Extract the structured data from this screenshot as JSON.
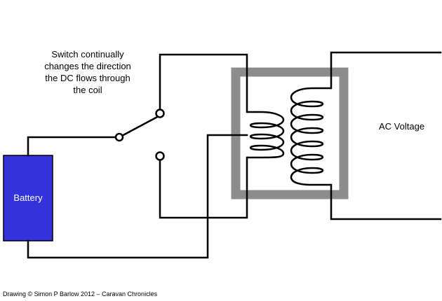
{
  "annotation": {
    "lines": [
      "Switch continually",
      "changes the direction",
      "the DC flows through",
      "the coil"
    ]
  },
  "battery": {
    "label": "Battery",
    "fill_color": "#3333dd",
    "stroke_color": "#000000"
  },
  "output": {
    "label": "AC Voltage"
  },
  "core": {
    "color": "#8c8c8c"
  },
  "credit": "Drawing © Simon P Barlow 2012 – Caravan Chronicles"
}
